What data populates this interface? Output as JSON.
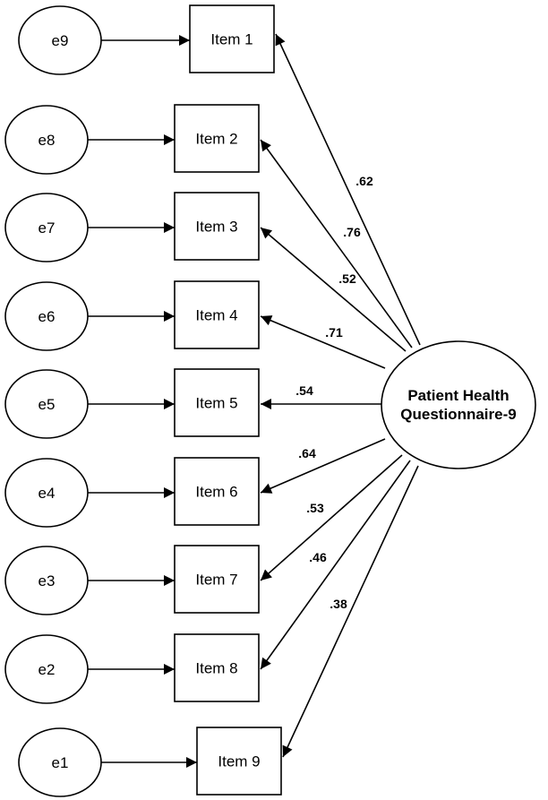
{
  "factor": {
    "line1": "Patient Health",
    "line2": "Questionnaire-9"
  },
  "rows": [
    {
      "error": "e9",
      "item": "Item 1",
      "loading": ".62"
    },
    {
      "error": "e8",
      "item": "Item 2",
      "loading": ".76"
    },
    {
      "error": "e7",
      "item": "Item 3",
      "loading": ".52"
    },
    {
      "error": "e6",
      "item": "Item 4",
      "loading": ".71"
    },
    {
      "error": "e5",
      "item": "Item 5",
      "loading": ".54"
    },
    {
      "error": "e4",
      "item": "Item 6",
      "loading": ".64"
    },
    {
      "error": "e3",
      "item": "Item 7",
      "loading": ".53"
    },
    {
      "error": "e2",
      "item": "Item 8",
      "loading": ".46"
    },
    {
      "error": "e1",
      "item": "Item 9",
      "loading": ".38"
    }
  ]
}
